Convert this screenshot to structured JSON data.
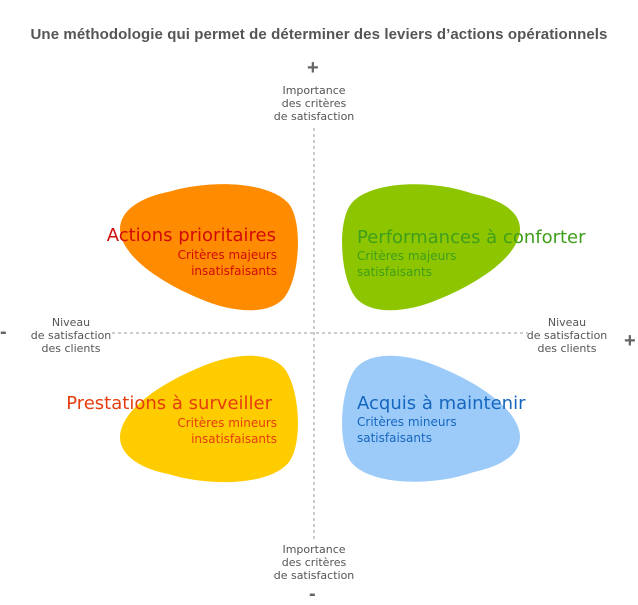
{
  "title": "Une méthodologie qui permet de déterminer des leviers d’actions opérationnels",
  "axes": {
    "vertical_label": "Importance\ndes critères\nde satisfaction",
    "horizontal_label": "Niveau\nde satisfaction\ndes clients",
    "plus": "+",
    "minus": "-"
  },
  "quadrants": {
    "top_left": {
      "title": "Actions prioritaires",
      "subtitle": "Critères majeurs\ninsatisfaisants",
      "fill": "#FF8C00",
      "text_color": "#D10A0A"
    },
    "top_right": {
      "title": "Performances à conforter",
      "subtitle": "Critères majeurs\nsatisfaisants",
      "fill": "#8DC600",
      "text_color": "#3F9E1A"
    },
    "bottom_left": {
      "title": "Prestations à surveiller",
      "subtitle": "Critères mineurs\ninsatisfaisants",
      "fill": "#FFCC00",
      "text_color": "#E43D0E"
    },
    "bottom_right": {
      "title": "Acquis à maintenir",
      "subtitle": "Critères mineurs\nsatisfaisants",
      "fill": "#9CCBF9",
      "text_color": "#1566BF"
    }
  },
  "colors": {
    "axis": "#9a9a9a",
    "text": "#555555"
  }
}
